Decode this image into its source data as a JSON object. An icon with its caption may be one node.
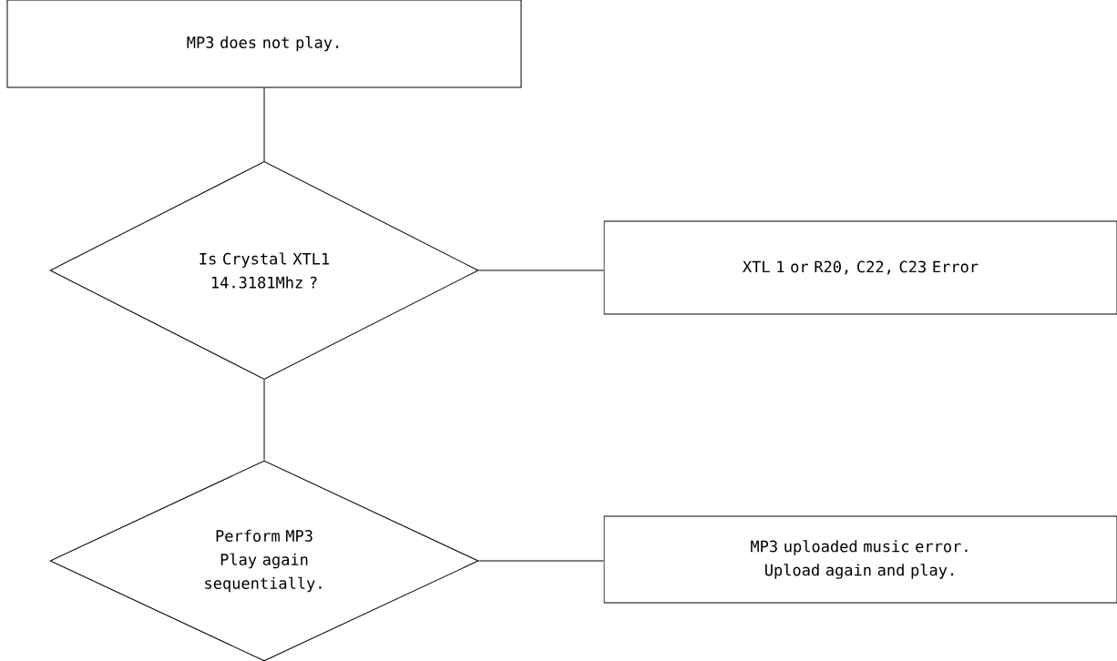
{
  "diagram": {
    "nodes": [
      {
        "text": [
          "MP3 does not play."
        ]
      },
      {
        "text": [
          "Is Crystal XTL1 14.3181Mhz ?"
        ]
      },
      {
        "text": [
          "XTL 1 or R20, C22, C23 Error"
        ]
      },
      {
        "text": [
          "Perform MP3 Play again sequentially."
        ]
      },
      {
        "text": [
          "MP3 uploaded music error. Upload again and play."
        ]
      }
    ],
    "edges": [
      {
        "from": 0,
        "to": 1,
        "arrow": "none"
      },
      {
        "from": 1,
        "to": 2,
        "arrow": "none"
      },
      {
        "from": 1,
        "to": 3,
        "arrow": "none"
      },
      {
        "from": 3,
        "to": 4,
        "arrow": "none"
      }
    ]
  }
}
